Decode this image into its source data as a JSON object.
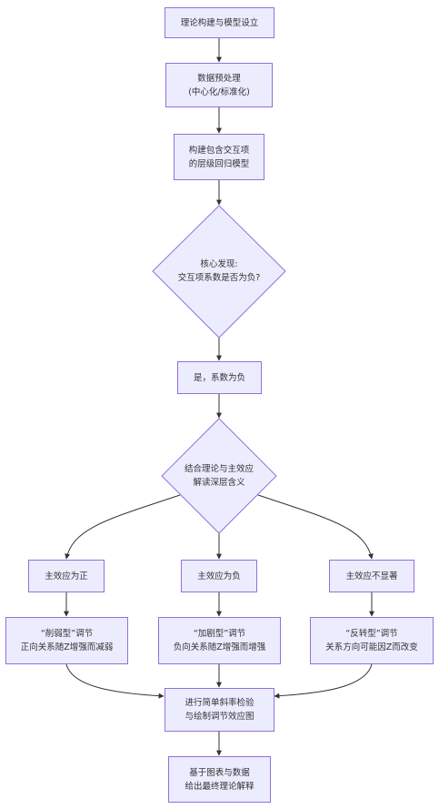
{
  "nodes": {
    "n1": {
      "line1": "理论构建与模型设立"
    },
    "n2": {
      "line1": "数据预处理",
      "line2": "(中心化/标准化)"
    },
    "n3": {
      "line1": "构建包含交互项",
      "line2": "的层级回归模型"
    },
    "d1": {
      "line1": "核心发现:",
      "line2": "交互项系数是否为负?"
    },
    "n4": {
      "line1": "是，系数为负"
    },
    "d2": {
      "line1": "结合理论与主效应",
      "line2": "解读深层含义"
    },
    "b1": {
      "line1": "主效应为正"
    },
    "b2": {
      "line1": "主效应为负"
    },
    "b3": {
      "line1": "主效应不显著"
    },
    "c1": {
      "line1": "“削弱型”调节",
      "line2": "正向关系随Z增强而减弱"
    },
    "c2": {
      "line1": "“加剧型”调节",
      "line2": "负向关系随Z增强而增强"
    },
    "c3": {
      "line1": "“反转型”调节",
      "line2": "关系方向可能因Z而改变"
    },
    "n5": {
      "line1": "进行简单斜率检验",
      "line2": "与绘制调节效应图"
    },
    "n6": {
      "line1": "基于图表与数据",
      "line2": "给出最终理论解释"
    }
  },
  "colors": {
    "node_fill": "#ECECFF",
    "node_border": "#9370DB",
    "edge": "#333333",
    "text": "#333333"
  }
}
